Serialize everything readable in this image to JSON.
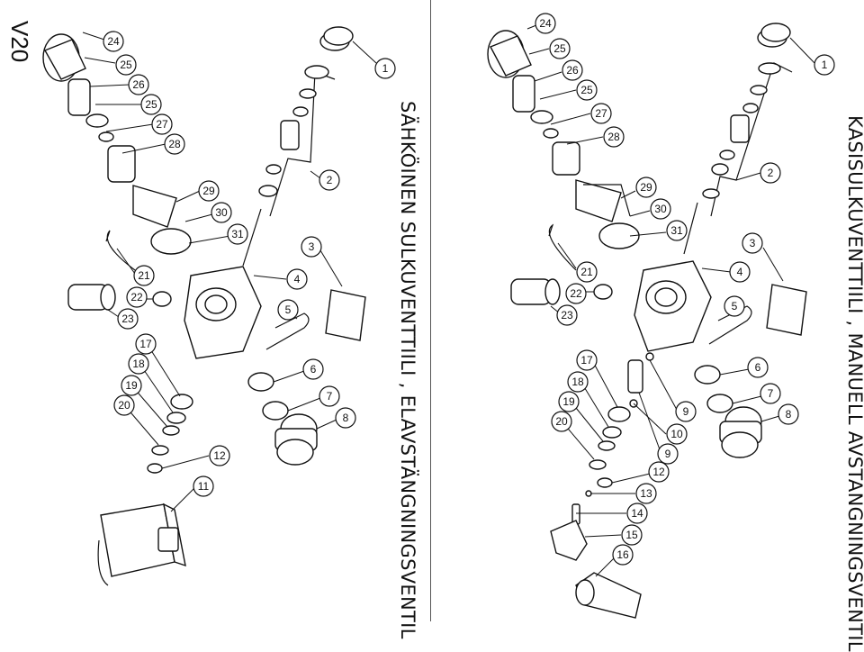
{
  "model": "V20",
  "manual_title": "KÄSISULKUVENTTIILI , MANUELL AVSTÄNGNINGSVENTIL",
  "electric_title": "SÄHKÖINEN SULKUVENTTIILI , ELAVSTÄNGNINGSVENTIL",
  "manual_callouts": [
    "1",
    "2",
    "3",
    "4",
    "5",
    "6",
    "7",
    "8",
    "9",
    "10",
    "9",
    "12",
    "13",
    "14",
    "15",
    "16",
    "17",
    "18",
    "19",
    "20",
    "21",
    "22",
    "23",
    "24",
    "25",
    "26",
    "25",
    "27",
    "28",
    "29",
    "30",
    "31"
  ],
  "electric_callouts": [
    "1",
    "2",
    "3",
    "4",
    "5",
    "6",
    "7",
    "8",
    "11",
    "12",
    "17",
    "18",
    "19",
    "20",
    "21",
    "22",
    "23",
    "24",
    "25",
    "26",
    "25",
    "27",
    "28",
    "29",
    "30",
    "31"
  ],
  "colors": {
    "line": "#111111",
    "background": "#ffffff"
  }
}
